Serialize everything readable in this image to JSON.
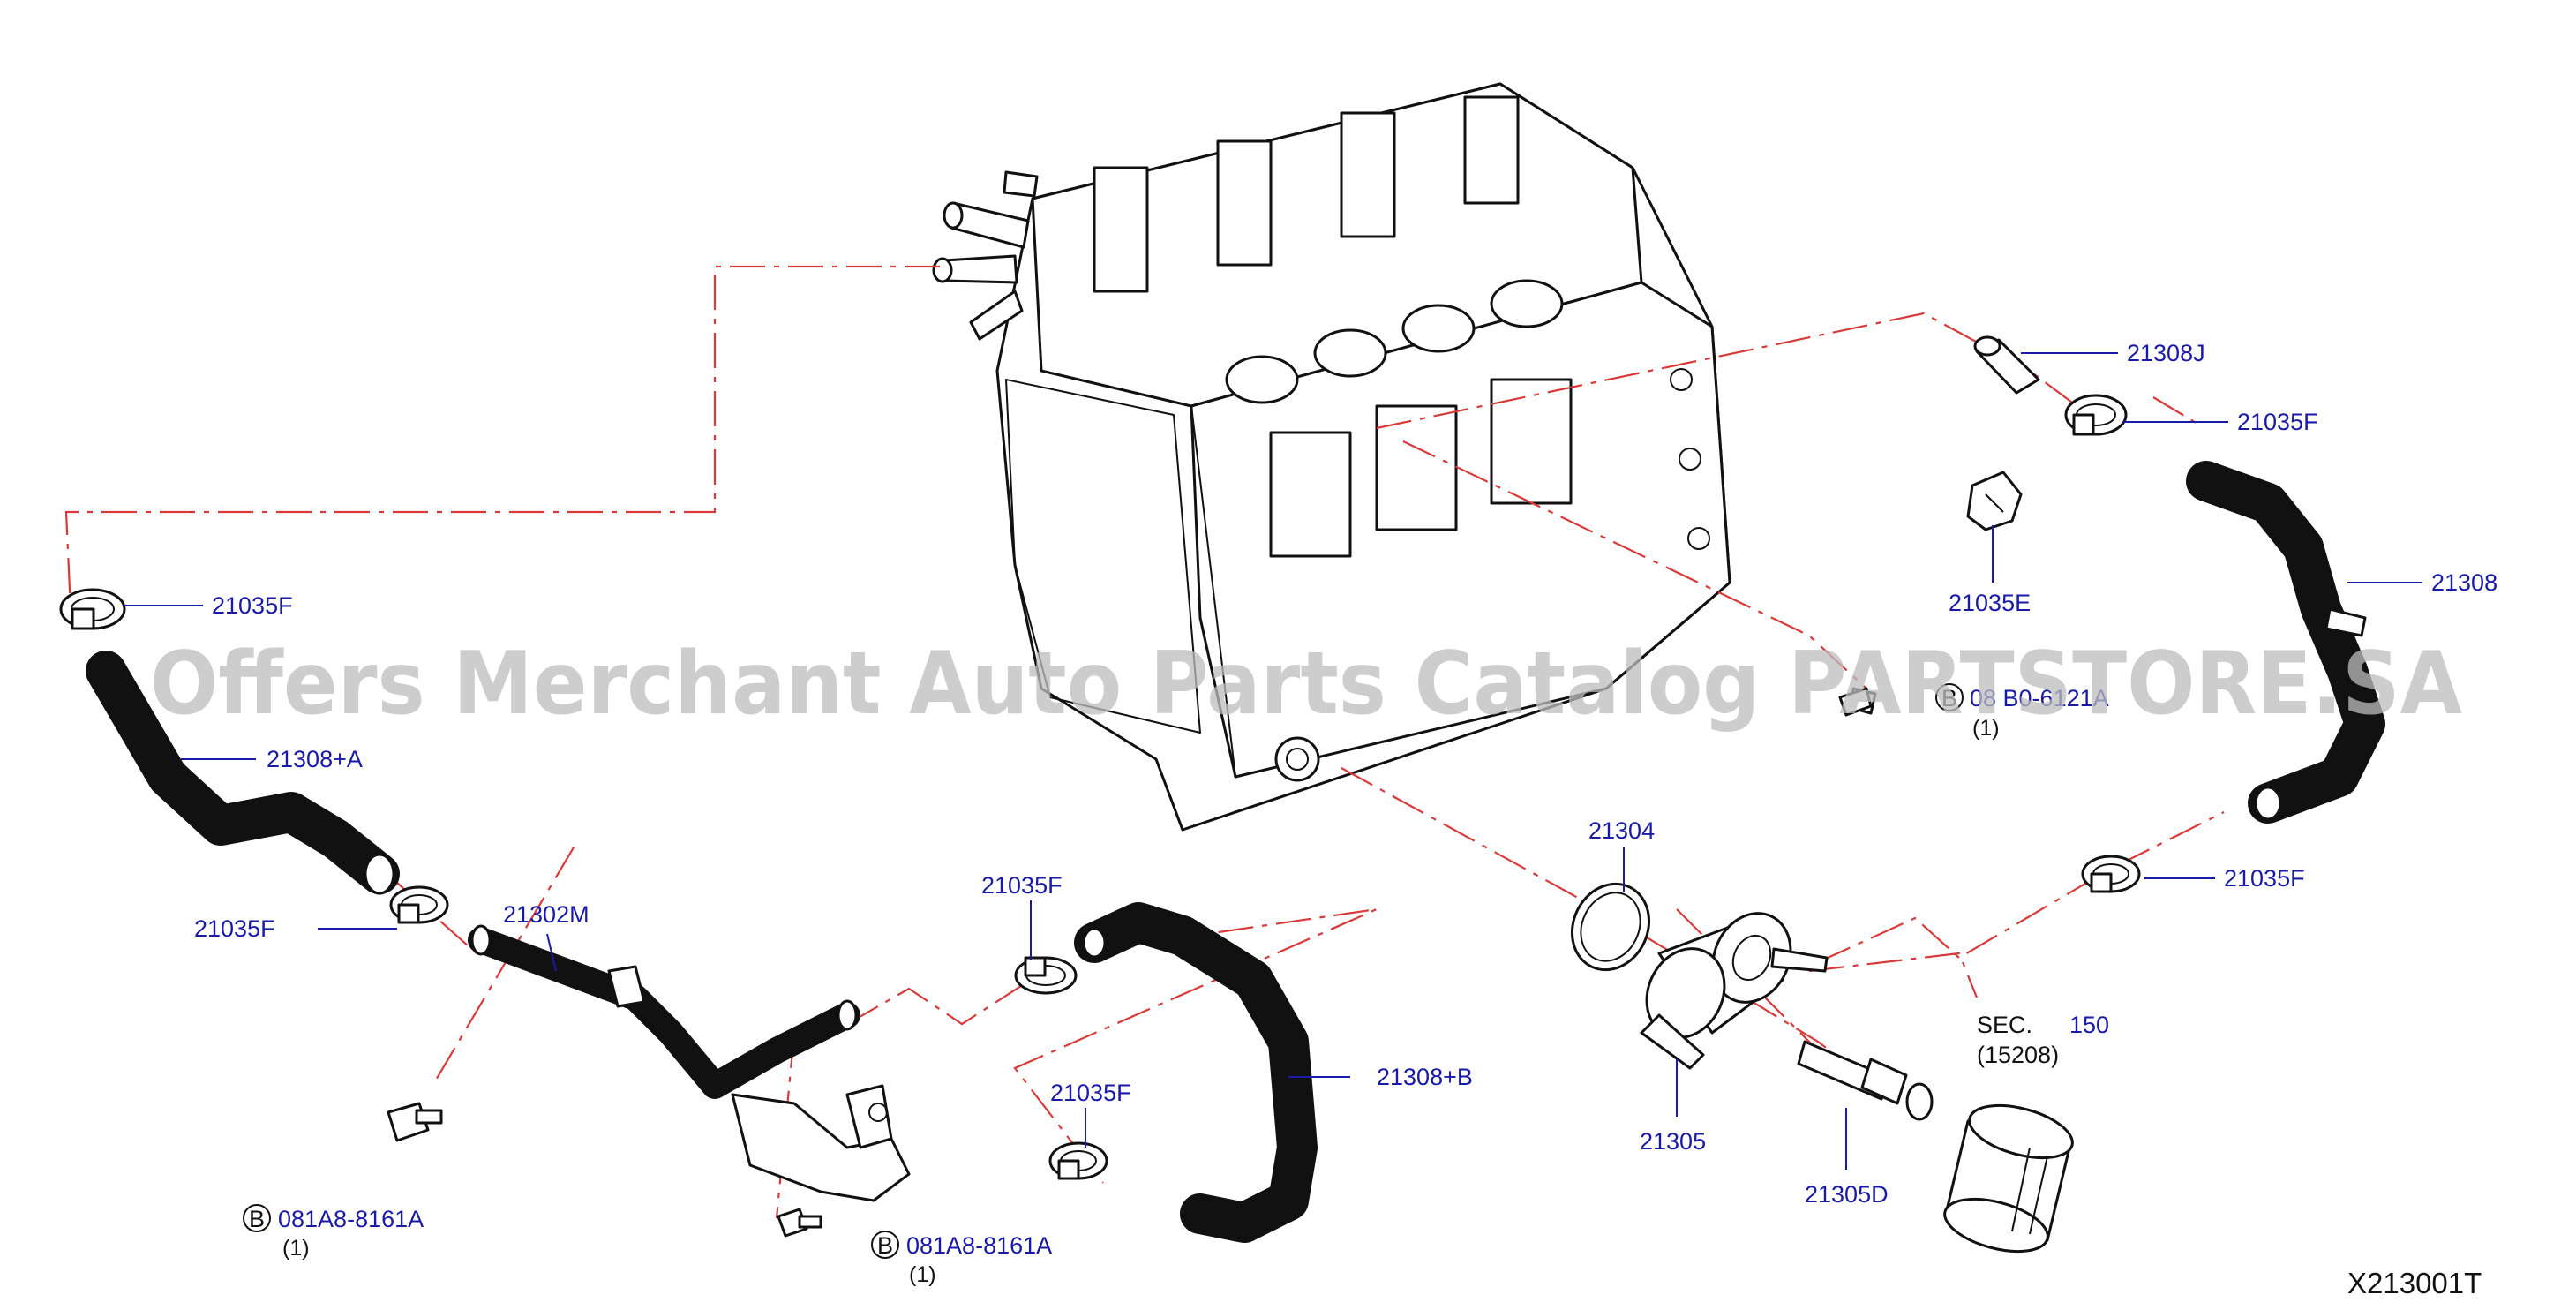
{
  "watermark": "Offers Merchant Auto Parts Catalog PARTSTORE.SA",
  "diagram_code": "X213001T",
  "callouts": {
    "p21308J": "21308J",
    "p21035F_top_right": "21035F",
    "p21308": "21308",
    "p21035E": "21035E",
    "bolt_right_num": "08 B0-6121A",
    "bolt_right_qty": "(1)",
    "p21035F_left": "21035F",
    "p21308A": "21308+A",
    "p21035F_left_lower": "21035F",
    "p21302M": "21302M",
    "p21035F_mid": "21035F",
    "p21035F_mid_lower": "21035F",
    "p21308B": "21308+B",
    "p21304": "21304",
    "p21035F_right_lower": "21035F",
    "sec_label": "SEC.",
    "sec_num": "150",
    "sec_ref": "(15208)",
    "p21305": "21305",
    "p21305D": "21305D",
    "bolt_left_num": "081A8-8161A",
    "bolt_left_qty": "(1)",
    "bolt_mid_num": "081A8-8161A",
    "bolt_mid_qty": "(1)",
    "bolt_letter": "B"
  },
  "colors": {
    "callout_text": "#1a1aa8",
    "dash_line": "#d83a3a",
    "line_art": "#111111",
    "watermark": "#bdbdbd"
  }
}
